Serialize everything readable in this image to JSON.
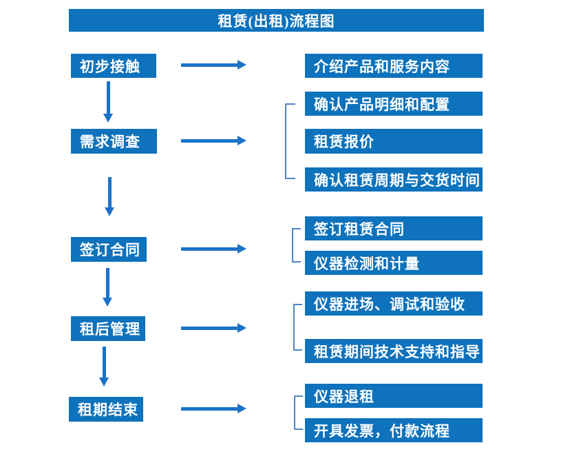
{
  "title": "租赁(出租)流程图",
  "colors": {
    "box_blue": "#0E72BC",
    "arrow_blue": "#1B73C8",
    "bracket_blue": "#4E86C6",
    "text": "#FFFFFF",
    "background": "#FFFFFF"
  },
  "connectors": {
    "right_arrow": "→",
    "down_arrow": "↓",
    "bracket": "["
  },
  "steps": [
    {
      "label": "初步接触",
      "outputs": [
        "介绍产品和服务内容"
      ]
    },
    {
      "label": "需求调查",
      "outputs": [
        "确认产品明细和配置",
        "租赁报价",
        "确认租赁周期与交货时间"
      ]
    },
    {
      "label": "签订合同",
      "outputs": [
        "签订租赁合同",
        "仪器检测和计量"
      ]
    },
    {
      "label": "租后管理",
      "outputs": [
        "仪器进场、调试和验收",
        "租赁期间技术支持和指导"
      ]
    },
    {
      "label": "租期结束",
      "outputs": [
        "仪器退租",
        "开具发票，付款流程"
      ]
    }
  ]
}
